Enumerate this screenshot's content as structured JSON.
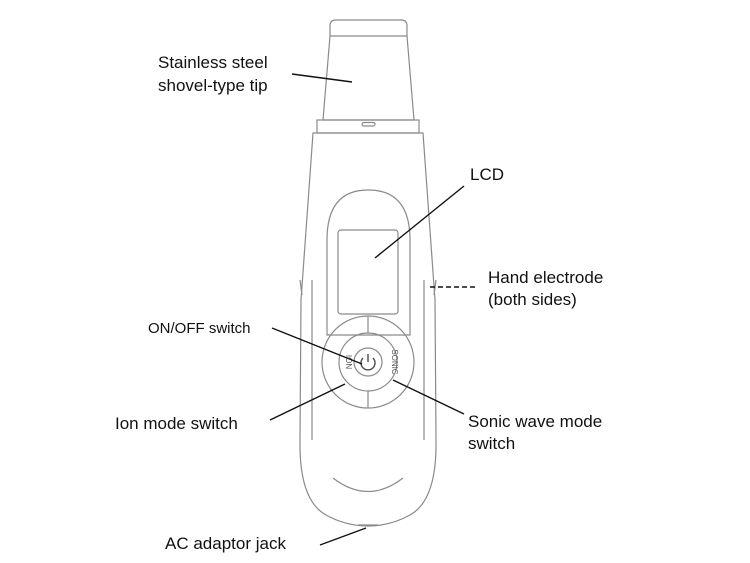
{
  "labels": {
    "tip_line1": "Stainless steel",
    "tip_line2": "shovel-type tip",
    "lcd": "LCD",
    "electrode_line1": "Hand electrode",
    "electrode_line2": "(both sides)",
    "onoff": "ON/OFF switch",
    "ion": "Ion mode switch",
    "sonic_line1": "Sonic wave mode",
    "sonic_line2": "switch",
    "jack": "AC adaptor jack"
  },
  "device_text": {
    "ion_button": "ION",
    "sonic_button": "SONIC"
  }
}
